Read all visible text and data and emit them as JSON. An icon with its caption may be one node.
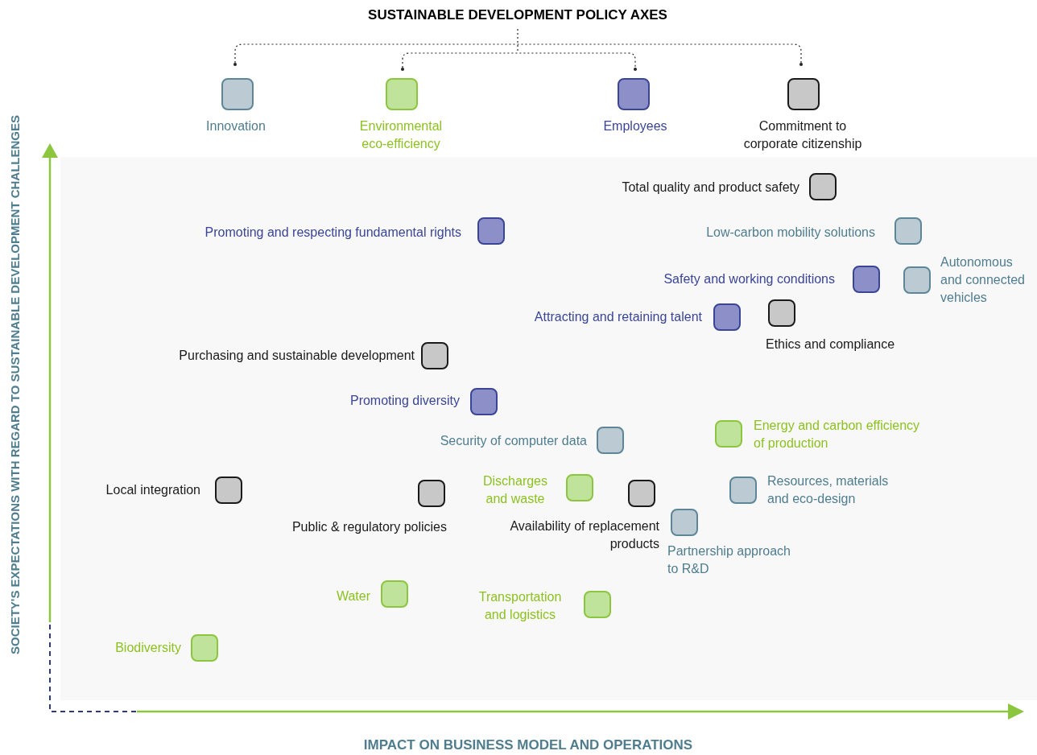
{
  "diagram": {
    "title": "SUSTAINABLE DEVELOPMENT POLICY AXES",
    "legend": [
      {
        "text": "Innovation",
        "color": "#bccad3"
      },
      {
        "text": "Environmental eco-efficiency",
        "color": "#bfe39b"
      },
      {
        "text": "Employees",
        "color": "#8c8fc8"
      },
      {
        "text": "Commitment to corporate citizenship",
        "color": "#c8c8c8"
      }
    ],
    "nodes": [
      {
        "text": [
          "Total quality and product safety"
        ]
      },
      {
        "text": [
          "Promoting and respecting fundamental rights"
        ]
      },
      {
        "text": [
          "Low-carbon mobility solutions"
        ]
      },
      {
        "text": [
          "Safety and working conditions"
        ]
      },
      {
        "text": [
          "Autonomous and connected vehicles"
        ]
      },
      {
        "text": [
          "Attracting and retaining talent"
        ]
      },
      {
        "text": [
          "Ethics and compliance"
        ]
      },
      {
        "text": [
          "Purchasing and sustainable development"
        ]
      },
      {
        "text": [
          "Promoting diversity"
        ]
      },
      {
        "text": [
          "Security of computer data"
        ]
      },
      {
        "text": [
          "Energy and carbon efficiency of production"
        ]
      },
      {
        "text": [
          "Local integration"
        ]
      },
      {
        "text": [
          "Public & regulatory policies"
        ]
      },
      {
        "text": [
          "Discharges and waste"
        ]
      },
      {
        "text": [
          "Availability of replacement products"
        ]
      },
      {
        "text": [
          "Resources, materials and eco-design"
        ]
      },
      {
        "text": [
          "Partnership approach to R&D"
        ]
      },
      {
        "text": [
          "Water"
        ]
      },
      {
        "text": [
          "Transportation and logistics"
        ]
      },
      {
        "text": [
          "Biodiversity"
        ]
      }
    ],
    "labels": [
      "SOCIETY'S EXPECTATIONS WITH REGARD TO SUSTAINABLE DEVELOPMENT CHALLENGES",
      "IMPACT ON BUSINESS MODEL AND OPERATIONS"
    ]
  }
}
